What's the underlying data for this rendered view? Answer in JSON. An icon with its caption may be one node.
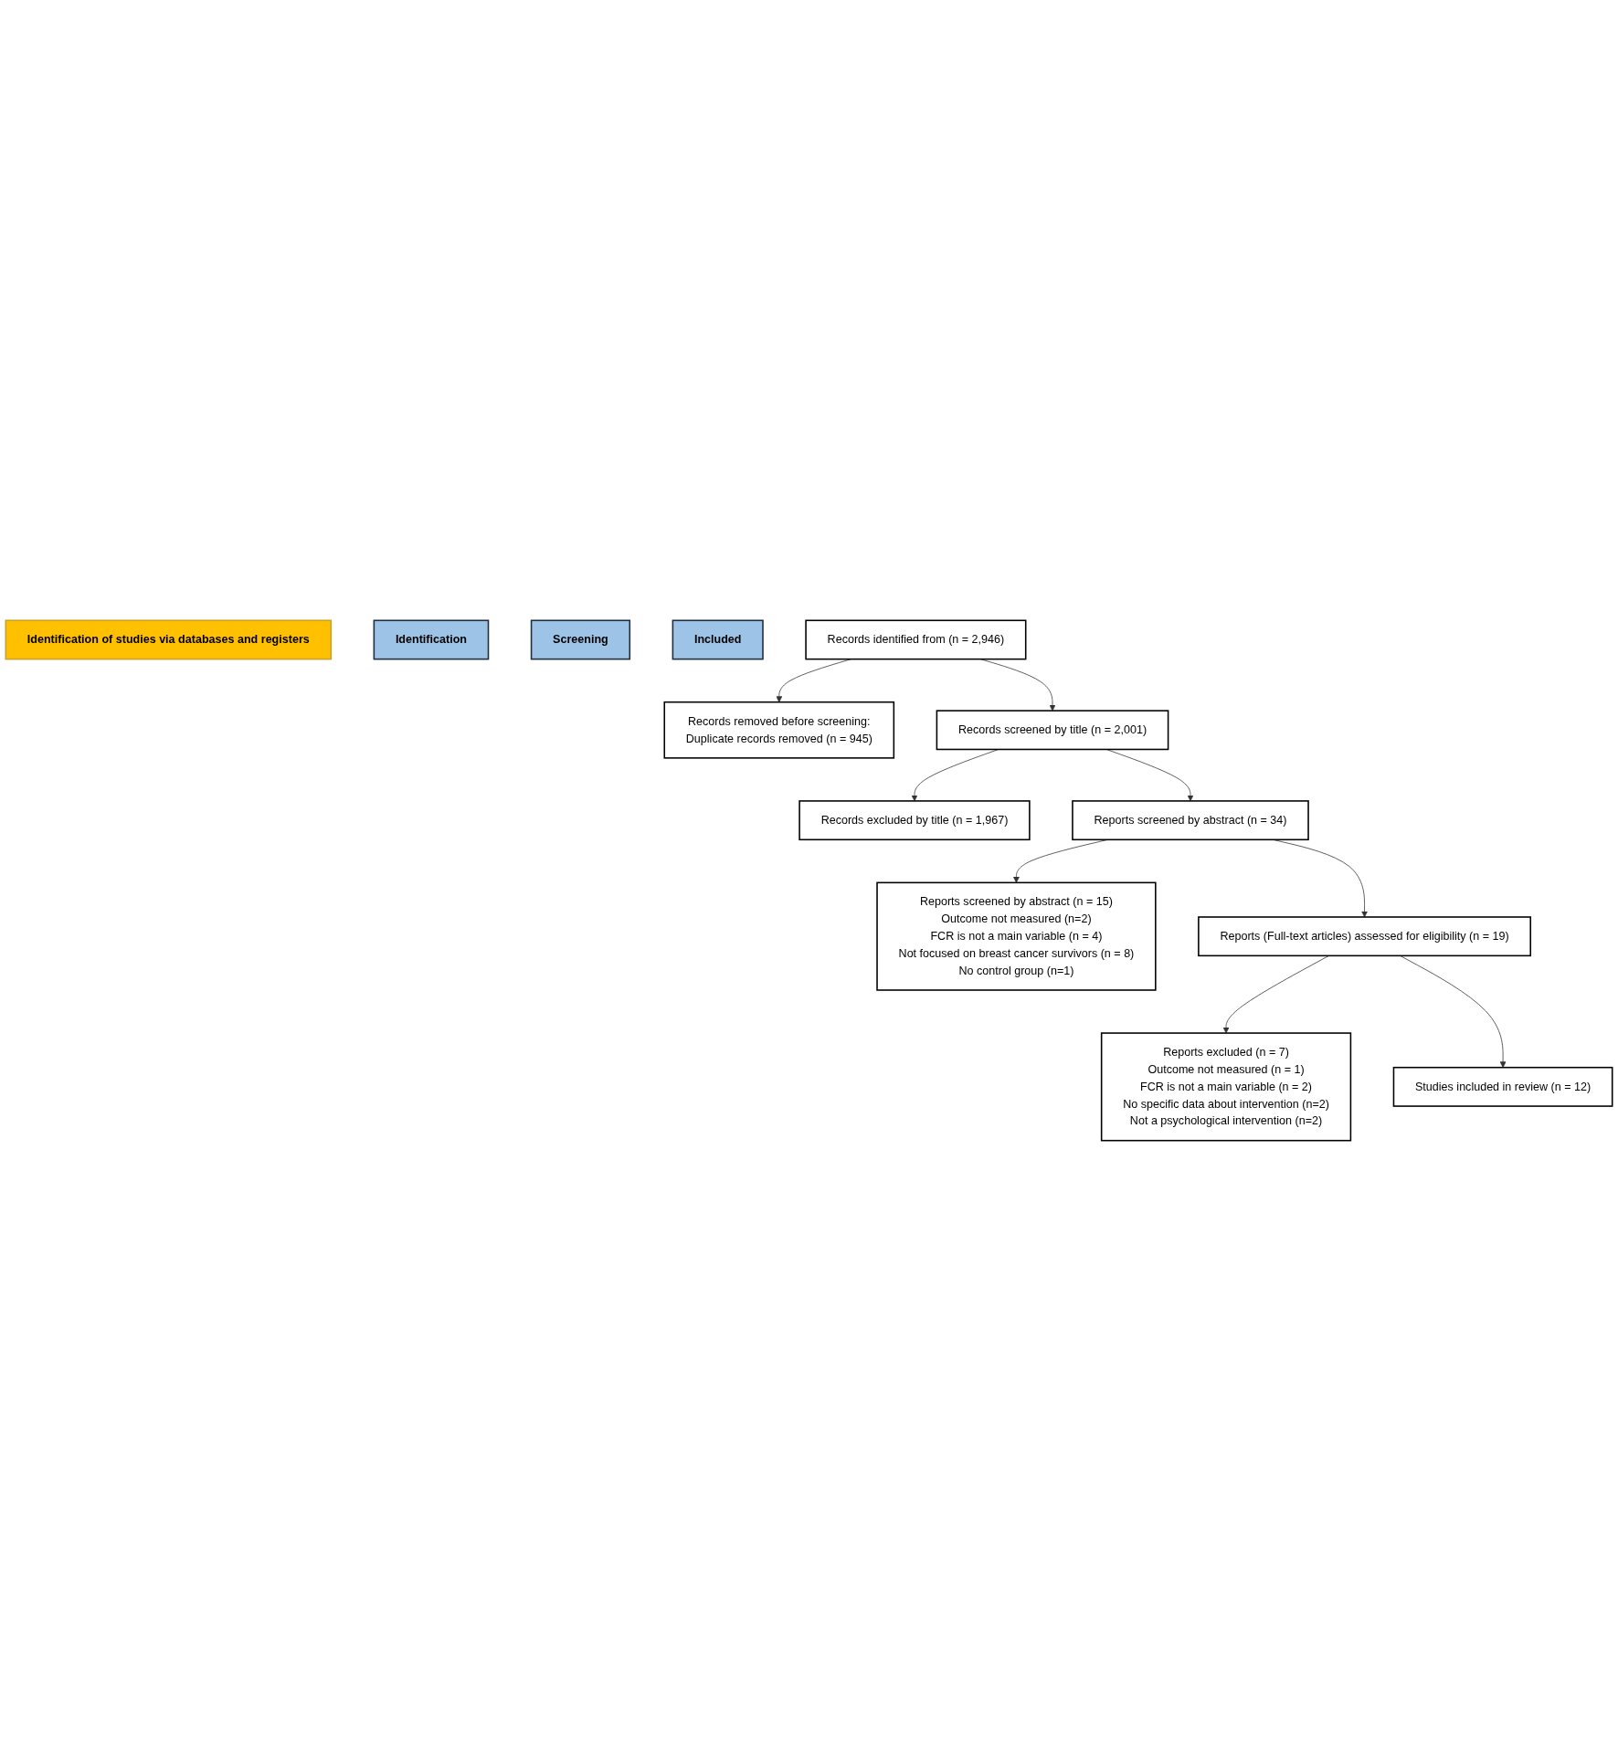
{
  "diagram": {
    "nodes": [
      {
        "text": [
          "Identification of studies via databases and registers"
        ]
      },
      {
        "text": [
          "Identification"
        ]
      },
      {
        "text": [
          "Screening"
        ]
      },
      {
        "text": [
          "Included"
        ]
      },
      {
        "text": [
          "Records identified from (n = 2,946)"
        ]
      },
      {
        "text": [
          "Records removed before screening:",
          "Duplicate records removed (n = 945)"
        ]
      },
      {
        "text": [
          "Records screened by title (n = 2,001)"
        ]
      },
      {
        "text": [
          "Records excluded by title (n = 1,967)"
        ]
      },
      {
        "text": [
          "Reports screened by abstract (n = 34)"
        ]
      },
      {
        "text": [
          "Reports screened by abstract (n = 15)",
          "Outcome not measured (n=2)",
          "FCR is not a main variable (n = 4)",
          "Not focused on breast cancer survivors (n = 8)",
          "No control group (n=1)"
        ]
      },
      {
        "text": [
          "Reports (Full-text articles) assessed for eligibility (n = 19)"
        ]
      },
      {
        "text": [
          "Reports excluded (n = 7)",
          "Outcome not measured (n = 1)",
          "FCR is not a main variable (n = 2)",
          "No specific data about intervention (n=2)",
          "Not a psychological intervention (n=2)"
        ]
      },
      {
        "text": [
          "Studies included in review (n = 12)"
        ]
      }
    ],
    "edges": [
      {
        "from": 4,
        "to": 5,
        "arrow": "to"
      },
      {
        "from": 4,
        "to": 6,
        "arrow": "to"
      },
      {
        "from": 6,
        "to": 7,
        "arrow": "to"
      },
      {
        "from": 6,
        "to": 8,
        "arrow": "to"
      },
      {
        "from": 8,
        "to": 9,
        "arrow": "to"
      },
      {
        "from": 8,
        "to": 10,
        "arrow": "to"
      },
      {
        "from": 10,
        "to": 11,
        "arrow": "to"
      },
      {
        "from": 10,
        "to": 12,
        "arrow": "to"
      }
    ]
  }
}
